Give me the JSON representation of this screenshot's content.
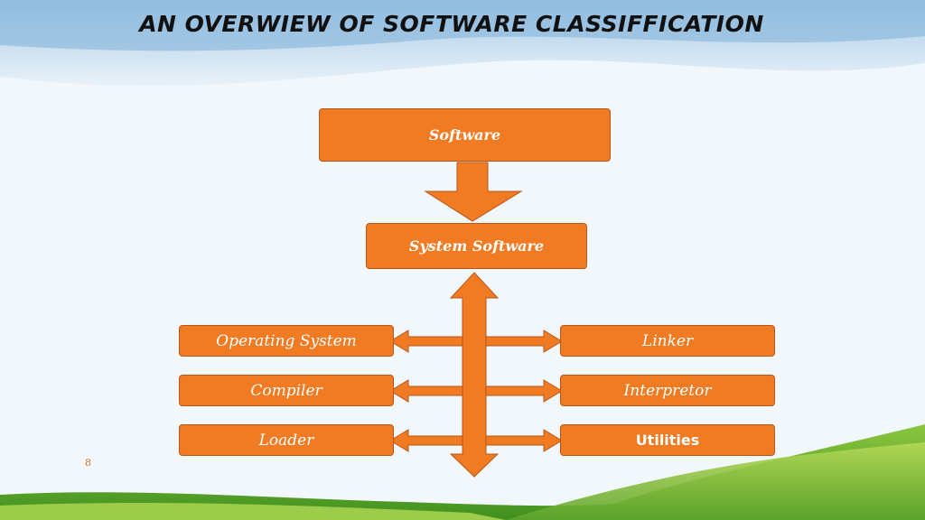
{
  "slide": {
    "title": "AN OVERWIEW OF SOFTWARE CLASSIFFICATION",
    "page_number": "8"
  },
  "diagram": {
    "root": "Software",
    "child": "System Software",
    "left_items": [
      "Operating System",
      "Compiler",
      "Loader"
    ],
    "right_items": [
      "Linker",
      "Interpretor",
      "Utilities"
    ],
    "colors": {
      "box_fill": "#f07b22",
      "box_border": "#b8571a",
      "text": "#ffffff"
    }
  }
}
